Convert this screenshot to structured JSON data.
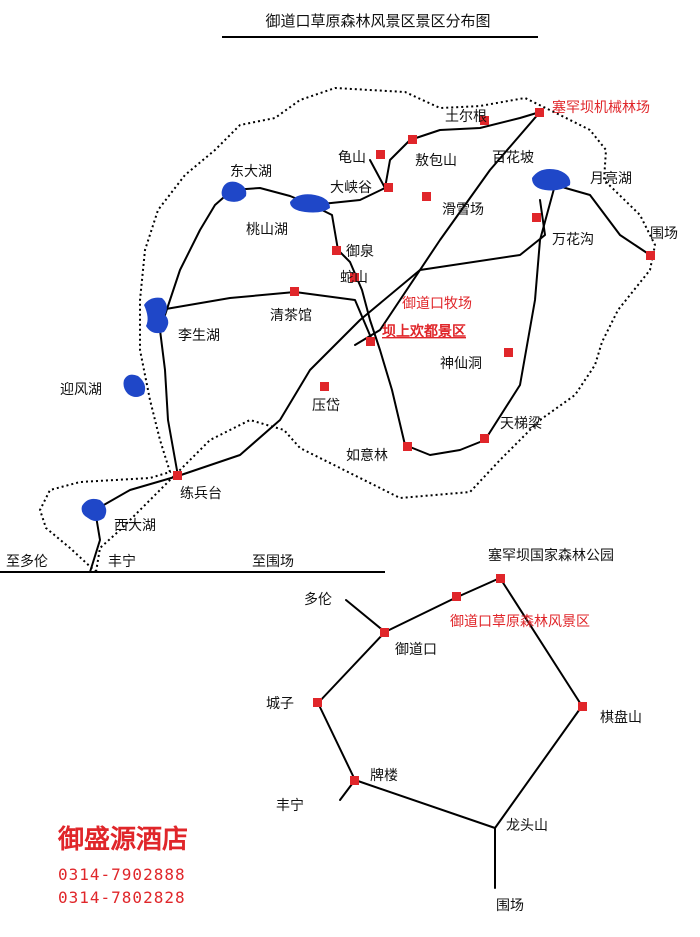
{
  "title": "御道口草原森林风景区景区分布图",
  "colors": {
    "road": "#000000",
    "node": "#e0262a",
    "lake": "#1f47c8",
    "highlight": "#e0262a"
  },
  "places": {
    "tuergen": "土尔根",
    "saihanba_forest_farm": "塞罕坝机械林场",
    "guishan": "龟山",
    "aobaoshan": "敖包山",
    "baihuapo": "百花坡",
    "dongdahu": "东大湖",
    "daxiagu": "大峡谷",
    "huaxuechang": "滑雪场",
    "yueliianghu": "月亮湖",
    "taoshanhu": "桃山湖",
    "wanhuagou": "万花沟",
    "weichang_top": "围场",
    "yuquan": "御泉",
    "sheshan": "蛇山",
    "yudaokou_pasture": "御道口牧场",
    "qingchaguan": "清茶馆",
    "bashang_huandu": "坝上欢都景区",
    "lishenghu": "李生湖",
    "shenxiandong": "神仙洞",
    "yingfenghu": "迎风湖",
    "yadai": "压岱",
    "tiantiliang": "天梯梁",
    "ruyilin": "如意林",
    "lianbingtai": "练兵台",
    "xidahu": "西大湖",
    "zhiduolun": "至多伦",
    "fengning_top": "丰宁",
    "zhiweichang": "至围场"
  },
  "route": {
    "saihanba_park": "塞罕坝国家森林公园",
    "duolun": "多伦",
    "yudaokou_scenic": "御道口草原森林风景区",
    "yudaokou": "御道口",
    "chengzi": "城子",
    "qipanshan": "棋盘山",
    "pailou": "牌楼",
    "fengning": "丰宁",
    "longtoushan": "龙头山",
    "weichang": "围场"
  },
  "brand": {
    "name": "御盛源酒店",
    "phone1": "0314-7902888",
    "phone2": "0314-7802828"
  }
}
